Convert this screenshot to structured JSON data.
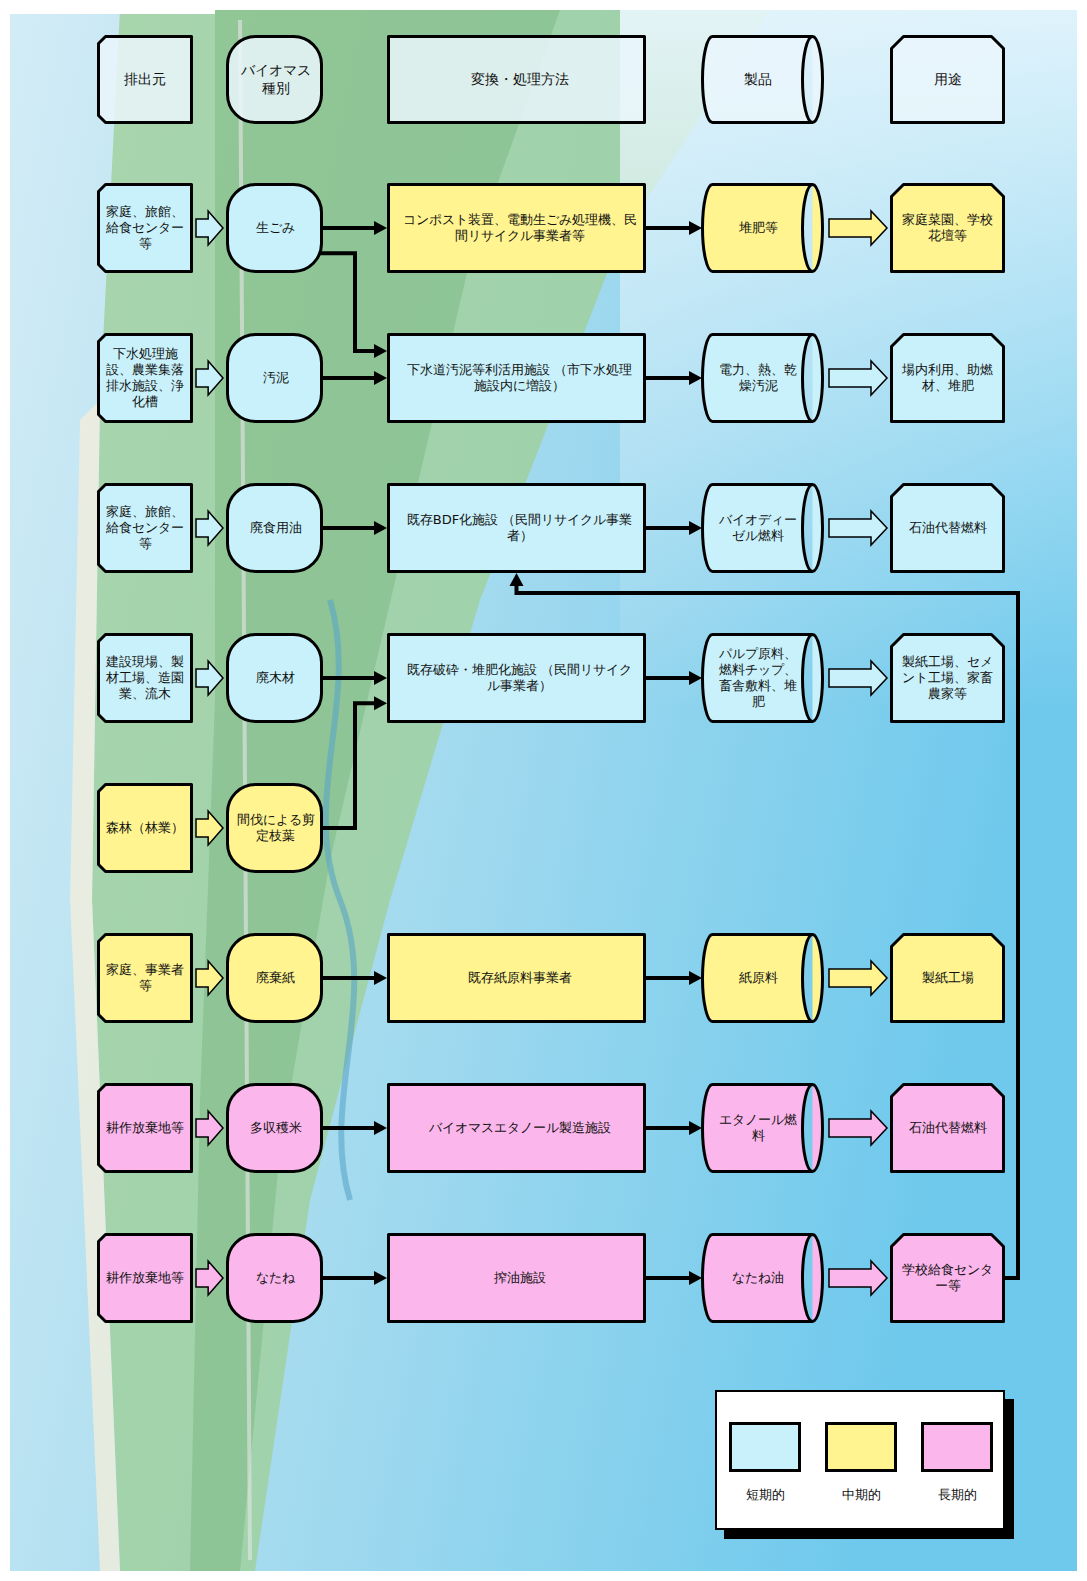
{
  "diagram": {
    "nodes": [
      {
        "text": [
          "排出元"
        ]
      },
      {
        "text": [
          "バイオマス種別"
        ]
      },
      {
        "text": [
          "変換・処理方法"
        ]
      },
      {
        "text": [
          "製品"
        ]
      },
      {
        "text": [
          "用途"
        ]
      },
      {
        "text": [
          "家庭、旅館、給食センター等"
        ]
      },
      {
        "text": [
          "生ごみ"
        ]
      },
      {
        "text": [
          "コンポスト装置、電動生ごみ処理機、民間リサイクル事業者等"
        ]
      },
      {
        "text": [
          "堆肥等"
        ]
      },
      {
        "text": [
          "家庭菜園、学校花壇等"
        ]
      },
      {
        "text": [
          "下水処理施設、農業集落排水施設、浄化槽"
        ]
      },
      {
        "text": [
          "汚泥"
        ]
      },
      {
        "text": [
          "下水道汚泥等利活用施設 （市下水処理施設内に増設）"
        ]
      },
      {
        "text": [
          "電力、熱、乾燥汚泥"
        ]
      },
      {
        "text": [
          "場内利用、助燃材、堆肥"
        ]
      },
      {
        "text": [
          "家庭、旅館、給食センター等"
        ]
      },
      {
        "text": [
          "廃食用油"
        ]
      },
      {
        "text": [
          "既存BDF化施設 （民間リサイクル事業者）"
        ]
      },
      {
        "text": [
          "バイオディーゼル燃料"
        ]
      },
      {
        "text": [
          "石油代替燃料"
        ]
      },
      {
        "text": [
          "建設現場、製材工場、造園業、流木"
        ]
      },
      {
        "text": [
          "廃木材"
        ]
      },
      {
        "text": [
          "既存破砕・堆肥化施設 （民間リサイクル事業者）"
        ]
      },
      {
        "text": [
          "パルプ原料、燃料チップ、畜舎敷料、堆肥"
        ]
      },
      {
        "text": [
          "製紙工場、セメント工場、家畜農家等"
        ]
      },
      {
        "text": [
          "森林（林業）"
        ]
      },
      {
        "text": [
          "間伐による剪定枝葉"
        ]
      },
      {
        "text": [
          "家庭、事業者等"
        ]
      },
      {
        "text": [
          "廃棄紙"
        ]
      },
      {
        "text": [
          "既存紙原料事業者"
        ]
      },
      {
        "text": [
          "紙原料"
        ]
      },
      {
        "text": [
          "製紙工場"
        ]
      },
      {
        "text": [
          "耕作放棄地等"
        ]
      },
      {
        "text": [
          "多収穫米"
        ]
      },
      {
        "text": [
          "バイオマスエタノール製造施設"
        ]
      },
      {
        "text": [
          "エタノール燃料"
        ]
      },
      {
        "text": [
          "石油代替燃料"
        ]
      },
      {
        "text": [
          "耕作放棄地等"
        ]
      },
      {
        "text": [
          "なたね"
        ]
      },
      {
        "text": [
          "搾油施設"
        ]
      },
      {
        "text": [
          "なたね油"
        ]
      },
      {
        "text": [
          "学校給食センター等"
        ]
      }
    ],
    "edges": [
      {
        "from": 5,
        "to": 6,
        "arrow": "to"
      },
      {
        "from": 6,
        "to": 7,
        "arrow": "to"
      },
      {
        "from": 7,
        "to": 8,
        "arrow": "to"
      },
      {
        "from": 8,
        "to": 9,
        "arrow": "to"
      },
      {
        "from": 6,
        "to": 12,
        "arrow": "to"
      },
      {
        "from": 10,
        "to": 11,
        "arrow": "to"
      },
      {
        "from": 11,
        "to": 12,
        "arrow": "to"
      },
      {
        "from": 12,
        "to": 13,
        "arrow": "to"
      },
      {
        "from": 13,
        "to": 14,
        "arrow": "to"
      },
      {
        "from": 15,
        "to": 16,
        "arrow": "to"
      },
      {
        "from": 16,
        "to": 17,
        "arrow": "to"
      },
      {
        "from": 17,
        "to": 18,
        "arrow": "to"
      },
      {
        "from": 18,
        "to": 19,
        "arrow": "to"
      },
      {
        "from": 20,
        "to": 21,
        "arrow": "to"
      },
      {
        "from": 21,
        "to": 22,
        "arrow": "to"
      },
      {
        "from": 22,
        "to": 23,
        "arrow": "to"
      },
      {
        "from": 23,
        "to": 24,
        "arrow": "to"
      },
      {
        "from": 25,
        "to": 26,
        "arrow": "to"
      },
      {
        "from": 26,
        "to": 22,
        "arrow": "to"
      },
      {
        "from": 27,
        "to": 28,
        "arrow": "to"
      },
      {
        "from": 28,
        "to": 29,
        "arrow": "to"
      },
      {
        "from": 29,
        "to": 30,
        "arrow": "to"
      },
      {
        "from": 30,
        "to": 31,
        "arrow": "to"
      },
      {
        "from": 32,
        "to": 33,
        "arrow": "to"
      },
      {
        "from": 33,
        "to": 34,
        "arrow": "to"
      },
      {
        "from": 34,
        "to": 35,
        "arrow": "to"
      },
      {
        "from": 35,
        "to": 36,
        "arrow": "to"
      },
      {
        "from": 37,
        "to": 38,
        "arrow": "to"
      },
      {
        "from": 38,
        "to": 39,
        "arrow": "to"
      },
      {
        "from": 39,
        "to": 40,
        "arrow": "to"
      },
      {
        "from": 40,
        "to": 41,
        "arrow": "to"
      },
      {
        "from": 41,
        "to": 17,
        "arrow": "to"
      }
    ],
    "legend": [
      {
        "text": "短期的",
        "color": "#c9f1fb"
      },
      {
        "text": "中期的",
        "color": "#fff48f"
      },
      {
        "text": "長期的",
        "color": "#fbb6ec"
      }
    ]
  }
}
